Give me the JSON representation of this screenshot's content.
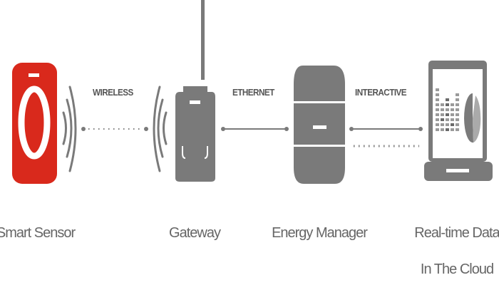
{
  "connections": {
    "wireless": "WIRELESS",
    "ethernet": "ETHERNET",
    "interactive": "INTERACTIVE"
  },
  "nodes": {
    "sensor": "Smart Sensor",
    "gateway": "Gateway",
    "manager": "Energy Manager",
    "cloud_line1": "Real-time Data",
    "cloud_line2": "In The Cloud"
  },
  "colors": {
    "accent": "#d9291c",
    "device": "#7a7a7a"
  }
}
